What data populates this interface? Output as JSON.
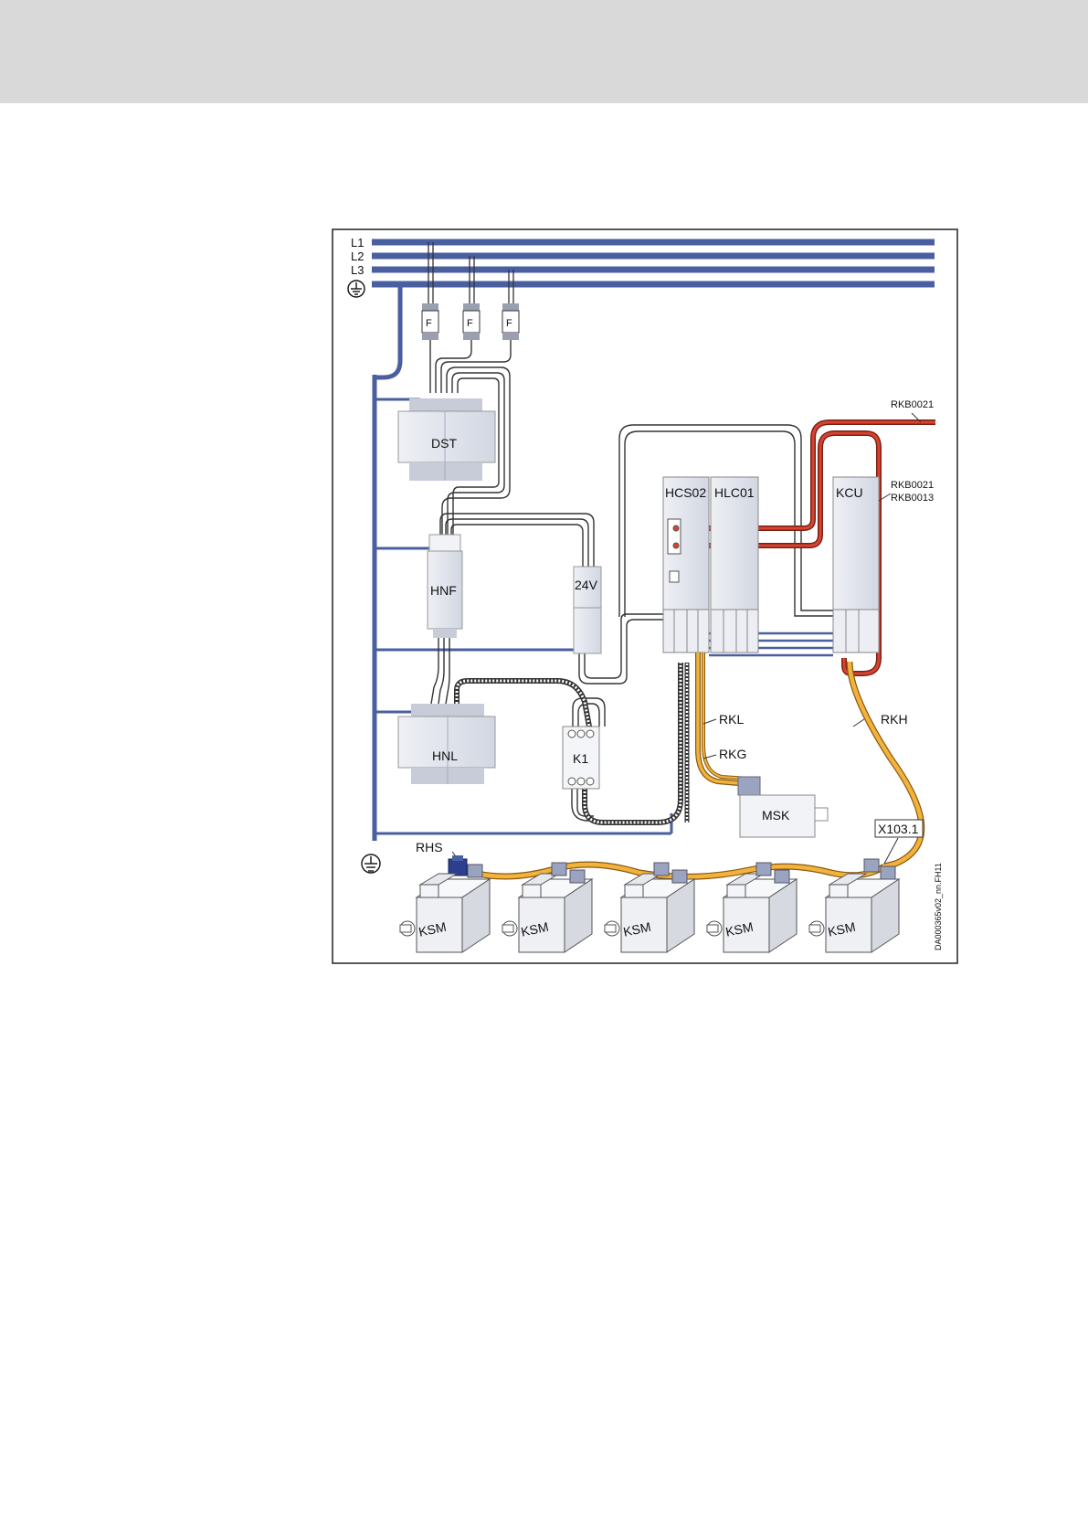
{
  "rails": {
    "l1": "L1",
    "l2": "L2",
    "l3": "L3"
  },
  "fuses": [
    "F",
    "F",
    "F"
  ],
  "components": {
    "dst": "DST",
    "hnf": "HNF",
    "hnl": "HNL",
    "psu": "24V",
    "k1": "K1",
    "hcs": "HCS02",
    "hlc": "HLC01",
    "kcu": "KCU",
    "msk": "MSK"
  },
  "cables": {
    "rkb_top": "RKB0021",
    "rkb_mid_1": "RKB0021",
    "rkb_mid_2": "RKB0013",
    "rkl": "RKL",
    "rkg": "RKG",
    "rkh": "RKH",
    "rhs": "RHS",
    "x103": "X103.1"
  },
  "motors": [
    "KSM",
    "KSM",
    "KSM",
    "KSM",
    "KSM"
  ],
  "figure_id": "DA000365v02_nn.FH11",
  "colors": {
    "rail": "#4a5fa0",
    "power_cable": "#e8a93a",
    "sercos_cable": "#cc3b2c",
    "box_fill": "#e4e7ee",
    "rhs_plug": "#2c3f8f"
  }
}
